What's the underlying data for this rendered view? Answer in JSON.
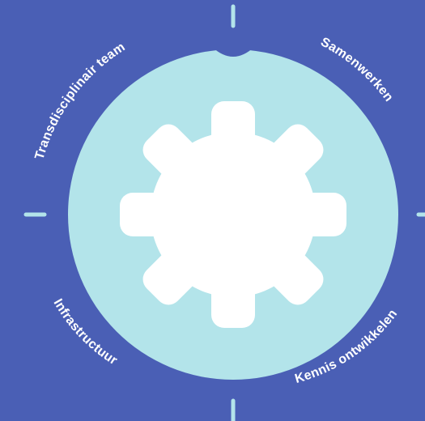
{
  "colors": {
    "background": "#4a5fb5",
    "ring": "#b3e4ea",
    "gear": "#ffffff",
    "tick": "#b3e4ea",
    "label": "#ffffff"
  },
  "labels": {
    "top_left": "Transdisciplinair team",
    "top_right": "Samenwerken",
    "bottom_right": "Kennis ontwikkelen",
    "bottom_left": "Infrastructuur"
  },
  "icons": {
    "center": "gear-icon"
  }
}
